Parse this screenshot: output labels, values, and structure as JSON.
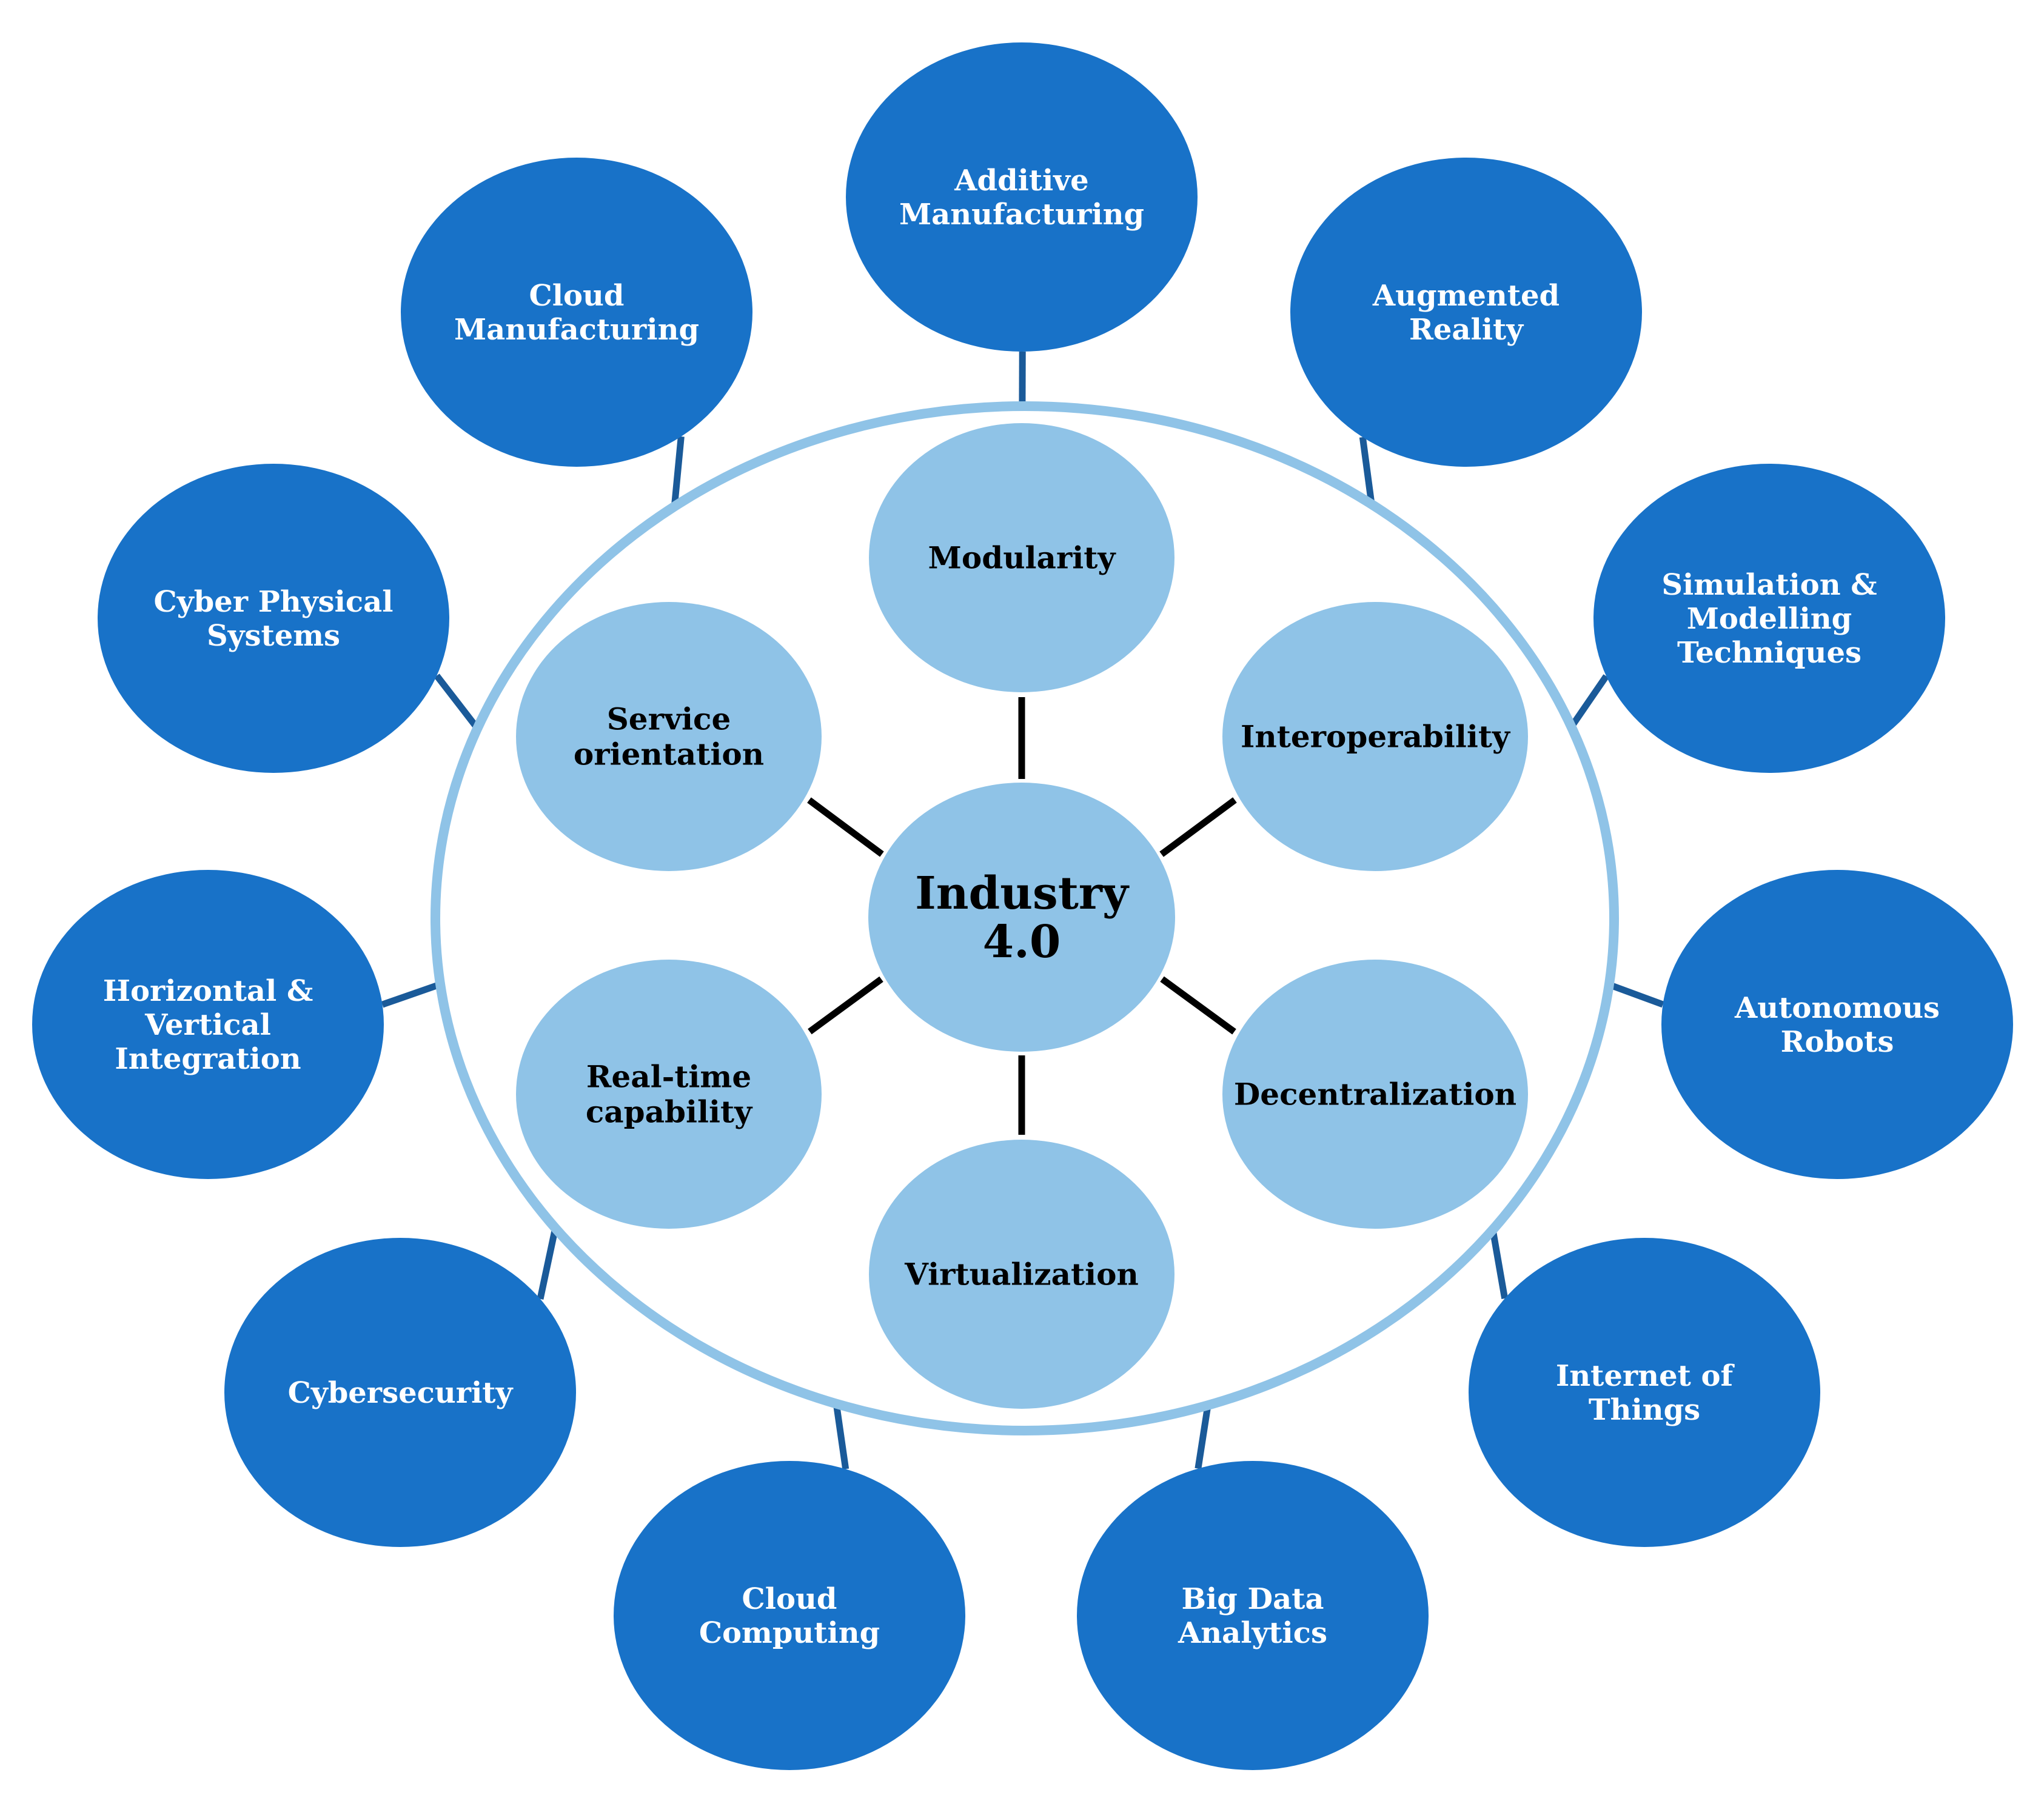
{
  "colors": {
    "outer_node": "#1872c8",
    "inner_node": "#8fc3e7",
    "ring": "#8fc3e7",
    "outer_connector": "#1a5a99",
    "inner_connector": "#000000",
    "outer_text": "#ffffff",
    "inner_text": "#000000"
  },
  "center": {
    "lines": [
      "Industry",
      "4.0"
    ]
  },
  "design_principles": [
    {
      "lines": [
        "Modularity"
      ]
    },
    {
      "lines": [
        "Interoperability"
      ]
    },
    {
      "lines": [
        "Decentralization"
      ]
    },
    {
      "lines": [
        "Virtualization"
      ]
    },
    {
      "lines": [
        "Real-time",
        "capability"
      ]
    },
    {
      "lines": [
        "Service",
        "orientation"
      ]
    }
  ],
  "technologies": [
    {
      "lines": [
        "Additive",
        "Manufacturing"
      ]
    },
    {
      "lines": [
        "Augmented",
        "Reality"
      ]
    },
    {
      "lines": [
        "Simulation &",
        "Modelling",
        "Techniques"
      ]
    },
    {
      "lines": [
        "Autonomous",
        "Robots"
      ]
    },
    {
      "lines": [
        "Internet of",
        "Things"
      ]
    },
    {
      "lines": [
        "Big Data",
        "Analytics"
      ]
    },
    {
      "lines": [
        "Cloud",
        "Computing"
      ]
    },
    {
      "lines": [
        "Cybersecurity"
      ]
    },
    {
      "lines": [
        "Horizontal &",
        "Vertical",
        "Integration"
      ]
    },
    {
      "lines": [
        "Cyber Physical",
        "Systems"
      ]
    },
    {
      "lines": [
        "Cloud",
        "Manufacturing"
      ]
    }
  ]
}
